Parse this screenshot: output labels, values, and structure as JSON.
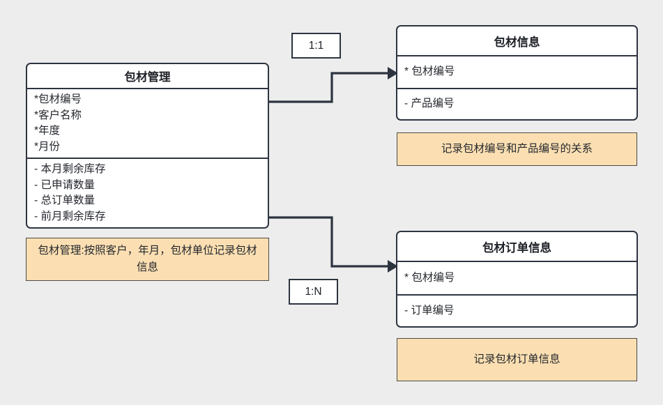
{
  "diagram": {
    "background_color": "#ededed",
    "line_color": "#2d3440",
    "note_fill_color": "#fbdfb2",
    "note_border_color": "#4f4a42",
    "entity_fill_color": "#ffffff"
  },
  "entities": {
    "main": {
      "title": "包材管理",
      "keys": [
        "*包材编号",
        "*客户名称",
        "*年度",
        "*月份"
      ],
      "attributes": [
        "- 本月剩余库存",
        "- 已申请数量",
        "- 总订单数量",
        "- 前月剩余库存"
      ]
    },
    "package_info": {
      "title": "包材信息",
      "key": "*  包材编号",
      "attribute": "-  产品编号"
    },
    "package_order": {
      "title": "包材订单信息",
      "key": "*  包材编号",
      "attribute": "-  订单编号"
    }
  },
  "notes": {
    "main": "包材管理:按照客户，年月，包材单位记录包材信息",
    "package_info": "记录包材编号和产品编号的关系",
    "package_order": "记录包材订单信息"
  },
  "relationships": {
    "main_to_package_info": {
      "cardinality": "1:1"
    },
    "main_to_package_order": {
      "cardinality": "1:N"
    }
  },
  "icons": {
    "arrow_head": "arrow-head-icon"
  }
}
